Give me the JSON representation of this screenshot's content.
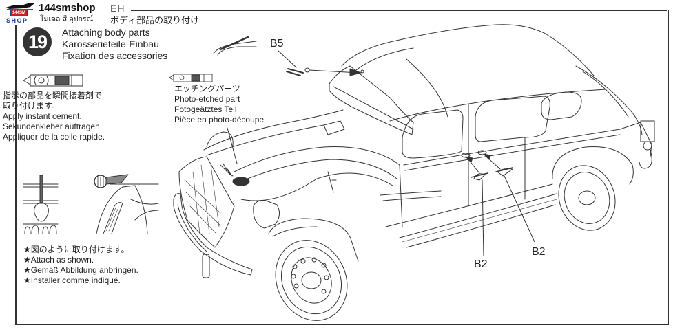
{
  "watermark": {
    "brand": "144smshop",
    "tagline": "โมเดล สี อุปกรณ์",
    "badge_text": "SHOP",
    "plaque_text": "144SM",
    "colors": {
      "red": "#c8202a",
      "blue": "#1f3e8f"
    }
  },
  "step": {
    "number": "19",
    "partial_header": "EH",
    "title_ja": "ボディ部品の取り付け",
    "title_en": "Attaching body parts",
    "title_de": "Karosserieteile-Einbau",
    "title_fr": "Fixation des accessories"
  },
  "cement_instruction": {
    "icon": "cement-tube-icon",
    "ja_line1": "指示の部品を瞬間接着剤で",
    "ja_line2": "取り付けます。",
    "en": "Apply instant cement.",
    "de": "Sekundenkleber auftragen.",
    "fr": "Appliquer de la colle rapide."
  },
  "photo_etched": {
    "icon": "cement-tube-icon",
    "ja": "エッチングパーツ",
    "en": "Photo-etched part",
    "de": "Fotogeätztes Teil",
    "fr": "Pièce en photo-découpe"
  },
  "attach_note": {
    "ja": "★図のように取り付けます。",
    "en": "★Attach as shown.",
    "de": "★Gemäß Abbildung anbringen.",
    "fr": "★Installer comme indiqué."
  },
  "part_labels": {
    "wiper": "B5",
    "door_handle_front": "B2",
    "door_handle_rear": "B2"
  }
}
